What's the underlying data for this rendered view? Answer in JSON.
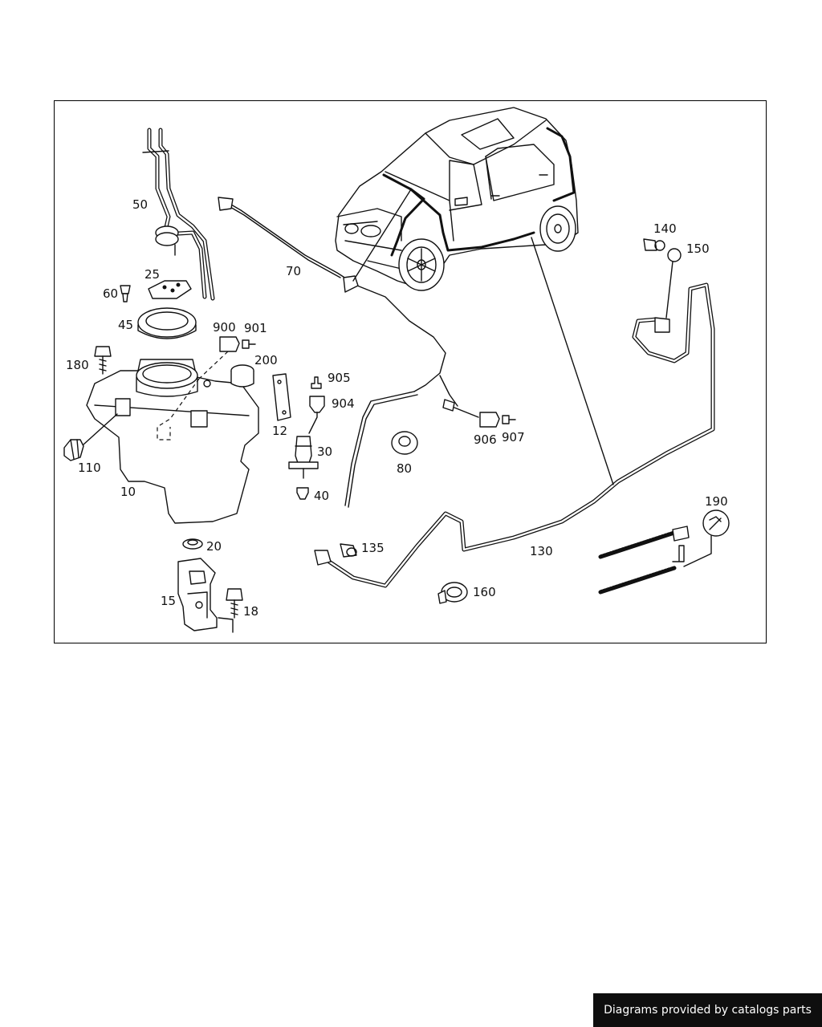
{
  "diagram": {
    "labels": [
      {
        "id": "50",
        "text": "50"
      },
      {
        "id": "25",
        "text": "25"
      },
      {
        "id": "60",
        "text": "60"
      },
      {
        "id": "45",
        "text": "45"
      },
      {
        "id": "180",
        "text": "180"
      },
      {
        "id": "900",
        "text": "900"
      },
      {
        "id": "901",
        "text": "901"
      },
      {
        "id": "200",
        "text": "200"
      },
      {
        "id": "905",
        "text": "905"
      },
      {
        "id": "904",
        "text": "904"
      },
      {
        "id": "12",
        "text": "12"
      },
      {
        "id": "30",
        "text": "30"
      },
      {
        "id": "40",
        "text": "40"
      },
      {
        "id": "110",
        "text": "110"
      },
      {
        "id": "10",
        "text": "10"
      },
      {
        "id": "20",
        "text": "20"
      },
      {
        "id": "15",
        "text": "15"
      },
      {
        "id": "18",
        "text": "18"
      },
      {
        "id": "70",
        "text": "70"
      },
      {
        "id": "80",
        "text": "80"
      },
      {
        "id": "906",
        "text": "906"
      },
      {
        "id": "907",
        "text": "907"
      },
      {
        "id": "135",
        "text": "135"
      },
      {
        "id": "130",
        "text": "130"
      },
      {
        "id": "160",
        "text": "160"
      },
      {
        "id": "140",
        "text": "140"
      },
      {
        "id": "150",
        "text": "150"
      },
      {
        "id": "190",
        "text": "190"
      }
    ]
  },
  "footer": {
    "text": "Diagrams provided by catalogs parts"
  }
}
